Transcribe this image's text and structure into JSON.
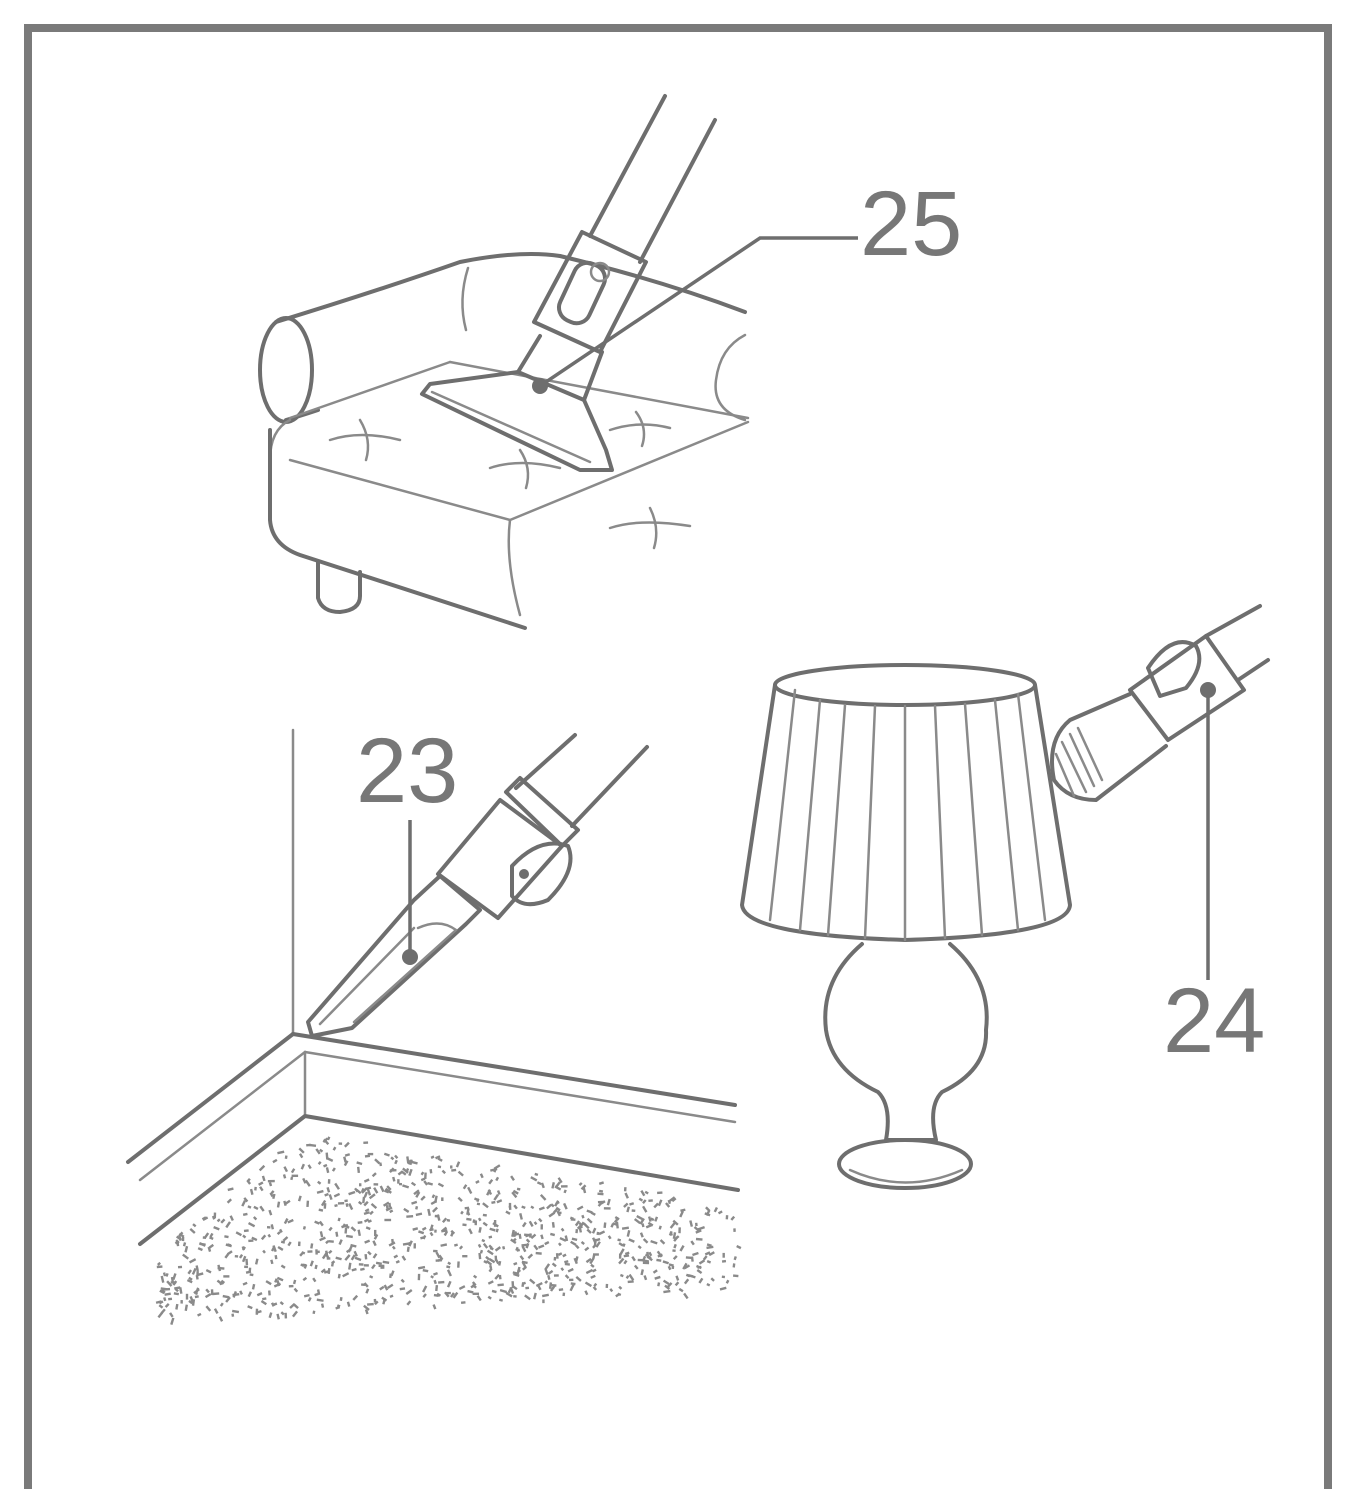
{
  "callouts": {
    "upholstery_nozzle": "25",
    "crevice_tool": "23",
    "dusting_brush": "24"
  },
  "colors": {
    "line": "#6e6e6e",
    "frame": "#7a7a7a",
    "background": "#ffffff"
  }
}
